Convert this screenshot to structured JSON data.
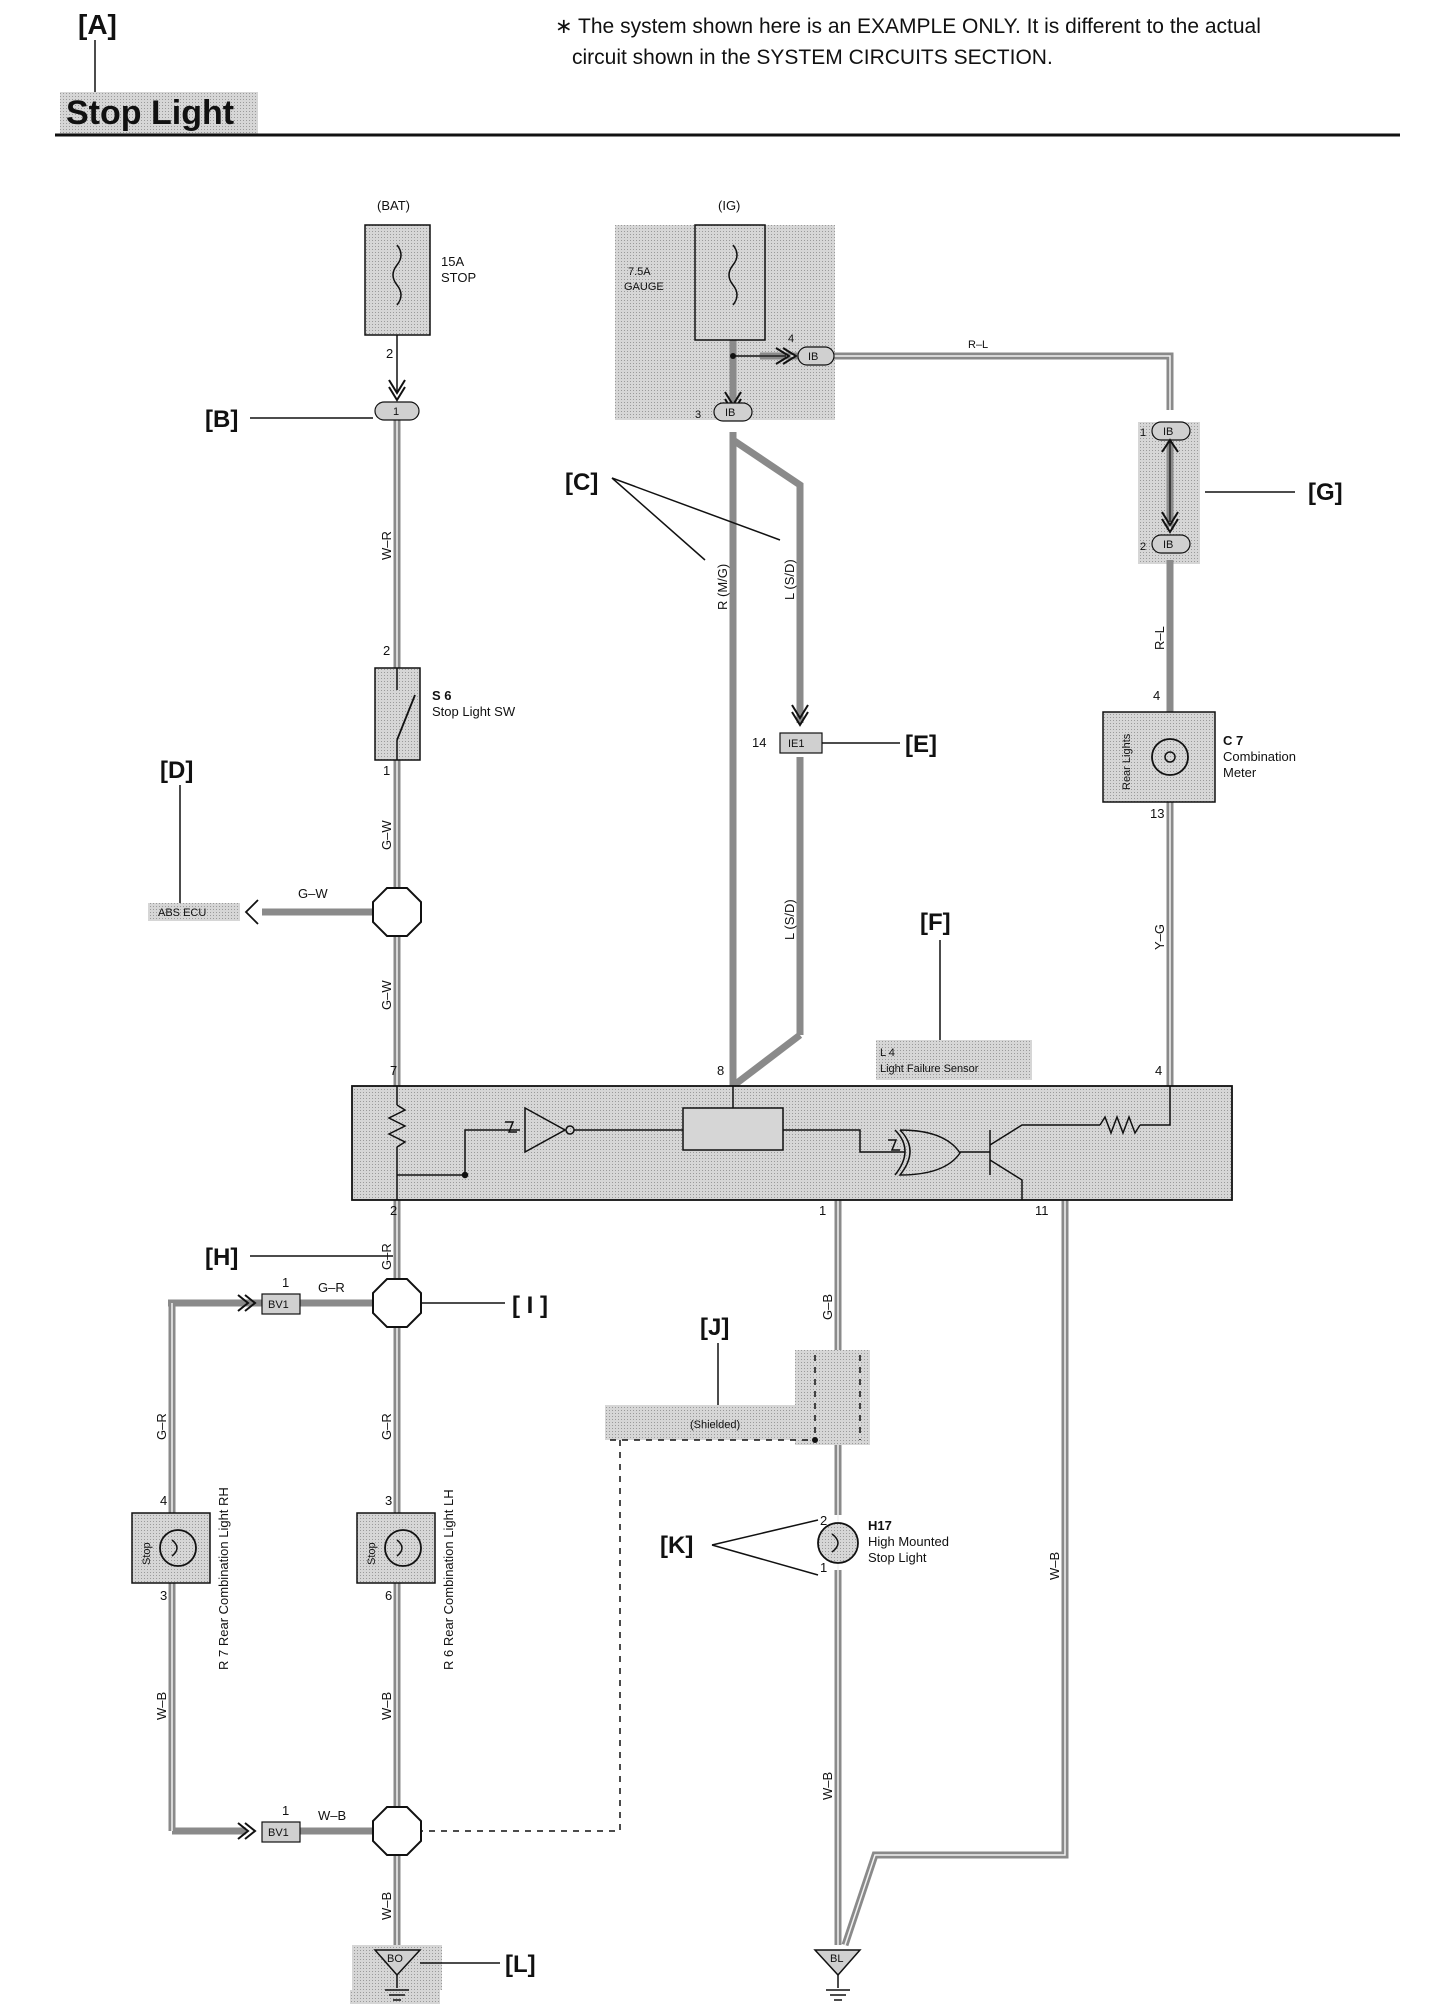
{
  "header": {
    "callout_a": "[A]",
    "title": "Stop Light",
    "note_line1": "∗ The system shown here is an EXAMPLE ONLY. It is different to the actual",
    "note_line2": "circuit shown in the SYSTEM CIRCUITS SECTION."
  },
  "callouts": {
    "b": "[B]",
    "c": "[C]",
    "d": "[D]",
    "e": "[E]",
    "f": "[F]",
    "g": "[G]",
    "h": "[H]",
    "i": "[ I ]",
    "j": "[J]",
    "k": "[K]",
    "l": "[L]"
  },
  "power": {
    "bat": "(BAT)",
    "ig": "(IG)",
    "fuse1_amp": "15A",
    "fuse1_name": "STOP",
    "fuse2_amp": "7.5A",
    "fuse2_name": "GAUGE"
  },
  "components": {
    "s6_id": "S 6",
    "s6_name": "Stop Light SW",
    "c7_id": "C 7",
    "c7_name1": "Combination",
    "c7_name2": "Meter",
    "c7_inner": "Rear Lights",
    "l4_id": "L 4",
    "l4_name": "Light Failure Sensor",
    "abs": "ABS ECU",
    "r7": "R 7  Rear Combination Light RH",
    "r6": "R 6  Rear Combination Light LH",
    "stop": "Stop",
    "h17_id": "H17",
    "h17_name1": "High Mounted",
    "h17_name2": "Stop Light",
    "shielded": "(Shielded)"
  },
  "connectors": {
    "jc1": "1",
    "ib": "IB",
    "ie1": "IE1",
    "bv1": "BV1",
    "bo": "BO",
    "bl": "BL"
  },
  "wires": {
    "w_r": "W–R",
    "g_w": "G–W",
    "g_w_h": "G–W",
    "g_r": "G–R",
    "r_l": "R–L",
    "r_l_v": "R–L",
    "r_mg": "R (M/G)",
    "l_sd": "L (S/D)",
    "y_g": "Y–G",
    "g_b": "G–B",
    "w_b": "W–B"
  },
  "pins": {
    "p1": "1",
    "p2": "2",
    "p3": "3",
    "p4": "4",
    "p6": "6",
    "p7": "7",
    "p8": "8",
    "p11": "11",
    "p13": "13",
    "p14": "14"
  },
  "colors": {
    "shade": "#cfcfcf",
    "wire": "#8a8a8a",
    "ink": "#111111"
  }
}
